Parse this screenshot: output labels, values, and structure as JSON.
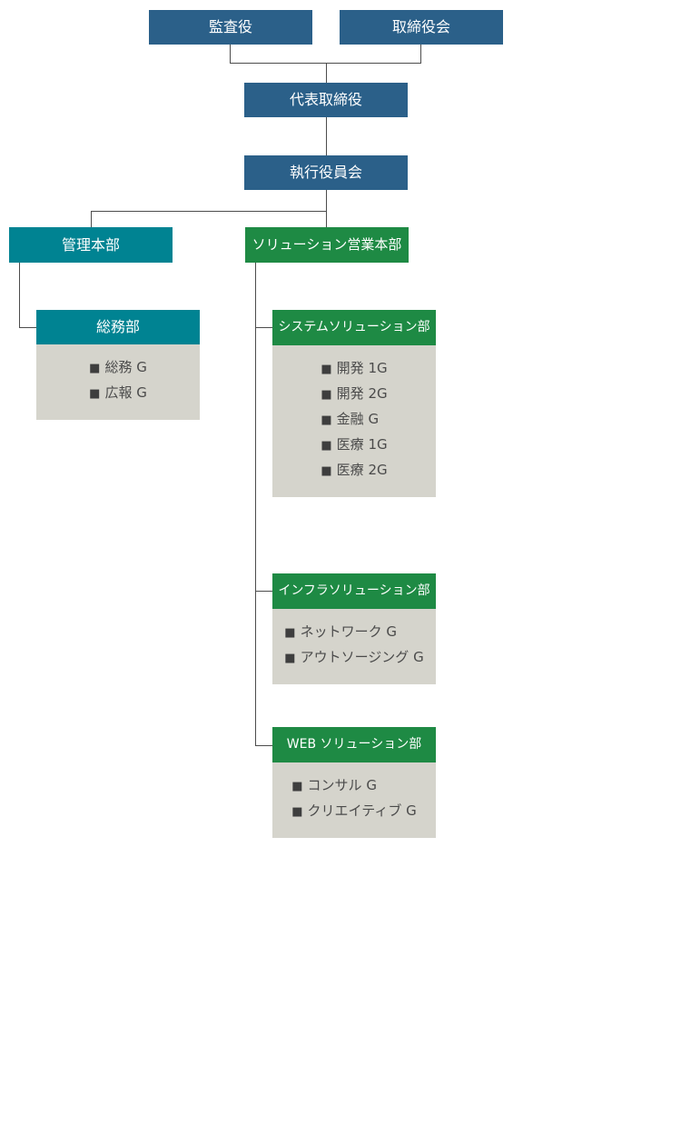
{
  "org_chart": {
    "bullet": "■",
    "boxes": {
      "auditor": "監査役",
      "board_of_directors": "取締役会",
      "representative_director": "代表取締役",
      "executive_officers_committee": "執行役員会",
      "administration_hq": "管理本部",
      "solution_sales_hq": "ソリューション営業本部"
    },
    "departments": {
      "general_affairs": {
        "title": "総務部",
        "items": [
          "総務 G",
          "広報 G"
        ]
      },
      "system_solution": {
        "title": "システムソリューション部",
        "items": [
          "開発 1G",
          "開発 2G",
          "金融 G",
          "医療 1G",
          "医療 2G"
        ]
      },
      "infra_solution": {
        "title": "インフラソリューション部",
        "items": [
          "ネットワーク G",
          "アウトソージング G"
        ]
      },
      "web_solution": {
        "title": "WEB ソリューション部",
        "items": [
          "コンサル G",
          "クリエイティブ G"
        ]
      }
    },
    "colors": {
      "navy": "#2b6089",
      "teal": "#008392",
      "green": "#1e8a44",
      "panel_gray": "#d5d4cc",
      "line": "#4c4c4c"
    }
  }
}
